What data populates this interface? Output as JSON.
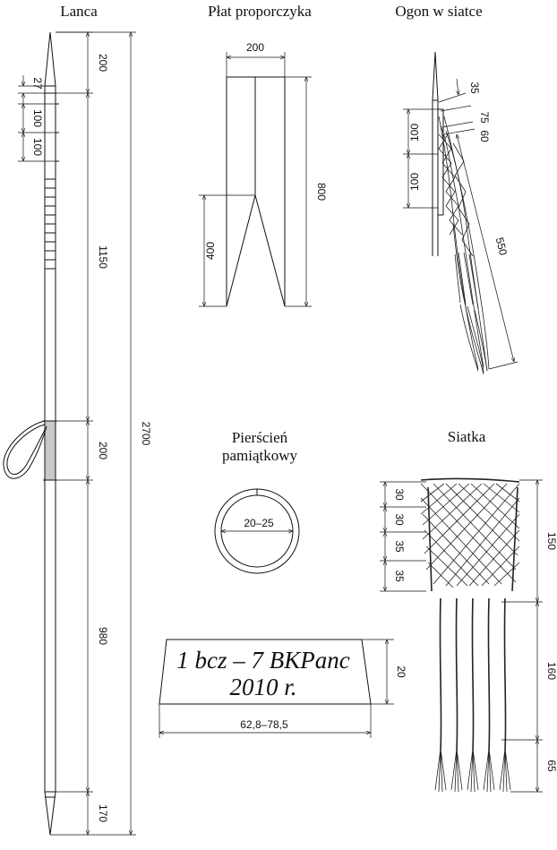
{
  "titles": {
    "lanca": "Lanca",
    "plat": "Płat proporczyka",
    "ogon": "Ogon w siatce",
    "pierscien_1": "Pierścień",
    "pierscien_2": "pamiątkowy",
    "siatka": "Siatka"
  },
  "lanca_dims": {
    "d200_top": "200",
    "d27": "27",
    "d100_a": "100",
    "d100_b": "100",
    "d1150": "1150",
    "d200_grip": "200",
    "d980": "980",
    "d170": "170",
    "d2700": "2700"
  },
  "plat_dims": {
    "width": "200",
    "height": "800",
    "cut": "400"
  },
  "ogon_dims": {
    "d35": "35",
    "d75": "75",
    "d60": "60",
    "d100_a": "100",
    "d100_b": "100",
    "d550": "550"
  },
  "ring_dims": {
    "diameter": "20–25"
  },
  "plate": {
    "line1": "1 bcz – 7 BKPanc",
    "line2": "2010 r.",
    "height": "20",
    "width": "62,8–78,5"
  },
  "siatka_dims": {
    "row1": "30",
    "row2": "30",
    "row3": "35",
    "row4": "35",
    "net_height": "150",
    "cords": "160",
    "tassels": "65"
  }
}
